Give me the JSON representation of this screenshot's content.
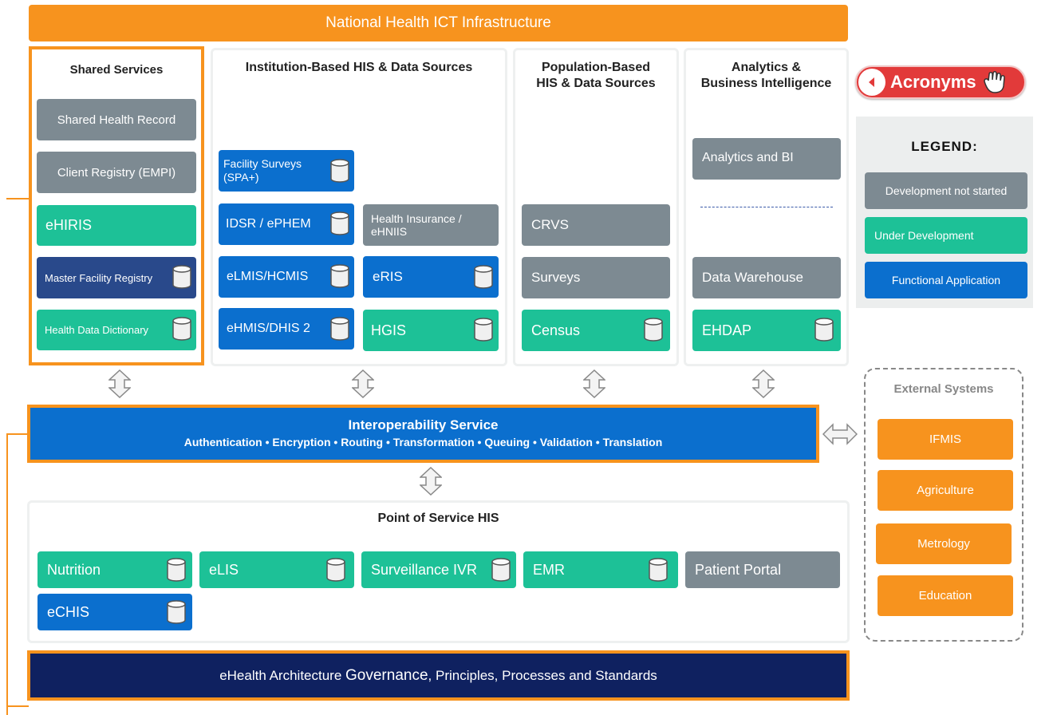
{
  "header": {
    "title": "National Health ICT Infrastructure"
  },
  "shared_services": {
    "title": "Shared Services",
    "items": [
      {
        "label": "Shared Health Record",
        "status": "not_started"
      },
      {
        "label": "Client Registry (EMPI)",
        "status": "not_started"
      },
      {
        "label": "eHIRIS",
        "status": "under_development"
      },
      {
        "label": "Master Facility Registry",
        "status": "functional"
      },
      {
        "label": "Health Data Dictionary",
        "status": "under_development"
      }
    ]
  },
  "institution": {
    "title": "Institution-Based HIS & Data Sources",
    "items": [
      {
        "label": "Facility Surveys (SPA+)"
      },
      {
        "label": "IDSR / ePHEM"
      },
      {
        "label": "Health Insurance / eHNIIS"
      },
      {
        "label": "eLMIS/HCMIS"
      },
      {
        "label": "eRIS"
      },
      {
        "label": "eHMIS/DHIS 2"
      },
      {
        "label": "HGIS"
      }
    ]
  },
  "population": {
    "title_line1": "Population-Based",
    "title_line2": "HIS & Data Sources",
    "items": [
      {
        "label": "CRVS"
      },
      {
        "label": "Surveys"
      },
      {
        "label": "Census"
      }
    ]
  },
  "analytics": {
    "title_line1": "Analytics &",
    "title_line2": "Business Intelligence",
    "items": [
      {
        "label": "Analytics and BI"
      },
      {
        "label": "Data Warehouse"
      },
      {
        "label": "EHDAP"
      }
    ]
  },
  "acronyms": {
    "label": "Acronyms"
  },
  "legend": {
    "title": "LEGEND:",
    "items": [
      {
        "label": "Development not started",
        "color": "#7d8a92"
      },
      {
        "label": "Under Development",
        "color": "#1dc197"
      },
      {
        "label": "Functional Application",
        "color": "#0b6fce"
      }
    ]
  },
  "interop": {
    "title": "Interoperability Service",
    "subtitle": "Authentication • Encryption • Routing • Transformation • Queuing • Validation • Translation"
  },
  "external": {
    "title": "External Systems",
    "items": [
      {
        "label": "IFMIS"
      },
      {
        "label": "Agriculture"
      },
      {
        "label": "Metrology"
      },
      {
        "label": "Education"
      }
    ]
  },
  "pos": {
    "title": "Point of Service HIS",
    "items": [
      {
        "label": "Nutrition"
      },
      {
        "label": "eLIS"
      },
      {
        "label": "Surveillance IVR"
      },
      {
        "label": "EMR"
      },
      {
        "label": "Patient Portal"
      },
      {
        "label": "eCHIS"
      }
    ]
  },
  "governance": {
    "text_part1": "eHealth Architecture ",
    "text_part2": "Governance",
    "text_part3": ", Principles, Processes and Standards"
  },
  "colors": {
    "orange": "#f7931e",
    "gray": "#7d8a92",
    "green": "#1dc197",
    "blue": "#0b6fce",
    "navy": "#29498b",
    "dark_navy": "#0f2160",
    "interop_blue": "#0b6fce"
  }
}
